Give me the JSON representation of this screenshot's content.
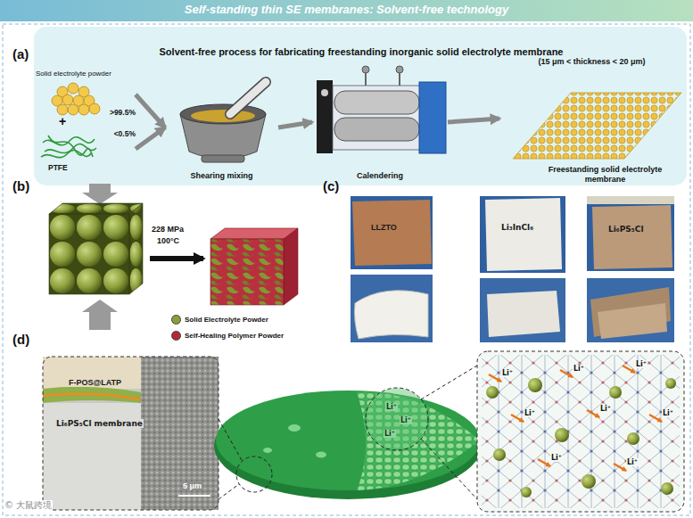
{
  "diagram": {
    "title": "Self-standing thin SE membranes: Solvent-free technology",
    "nodes": [
      {
        "text": [
          "Solvent-free process for fabricating freestanding inorganic solid electrolyte membrane"
        ]
      },
      {
        "text": [
          "Solid electrolyte powder",
          ">99.5%"
        ],
        "in": 0
      },
      {
        "text": [
          "PTFE",
          "<0.5%"
        ],
        "in": 0
      },
      {
        "text": [
          "Shearing mixing"
        ],
        "in": 0
      },
      {
        "text": [
          "Calendering"
        ],
        "in": 0
      },
      {
        "text": [
          "(15 μm < thickness < 20 μm)",
          "Freestanding solid electrolyte membrane"
        ],
        "in": 0
      }
    ],
    "edges": [
      {
        "from": 1,
        "to": 3,
        "arrow": "to"
      },
      {
        "from": 2,
        "to": 3,
        "arrow": "to"
      },
      {
        "from": 3,
        "to": 4,
        "arrow": "to"
      },
      {
        "from": 4,
        "to": 5,
        "arrow": "to"
      }
    ],
    "labels": [
      "(a)",
      "+",
      "(b)",
      "228 MPa",
      "100°C",
      "(c)",
      "LLZTO",
      "Li₃InCl₆",
      "Li₆PS₅Cl",
      "(d)",
      "F-POS@LATP",
      "Li₆PS₅Cl membrane",
      "5 μm",
      "Li⁺",
      "Li⁺",
      "Li⁺",
      "Li⁺",
      "Li⁺",
      "Li⁺",
      "Li⁺",
      "Li⁺",
      "Li⁺",
      "Li⁺",
      "Li⁺",
      "© 大鼠跨境"
    ],
    "legend": [
      {
        "text": "Solid Electrolyte Powder",
        "color": "#8c9e3c"
      },
      {
        "text": "Self-Healing Polymer Powder",
        "color": "#b02a3c"
      }
    ]
  }
}
